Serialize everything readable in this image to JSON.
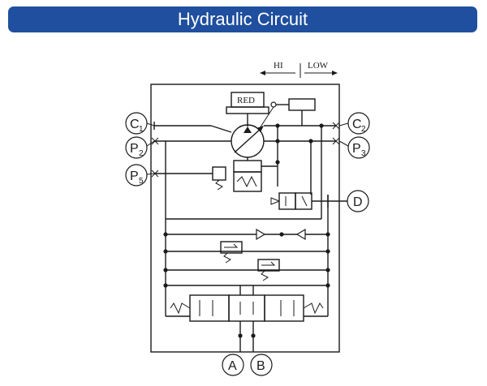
{
  "title": "Hydraulic Circuit",
  "labels": {
    "hi": "HI",
    "low": "LOW",
    "red": "RED"
  },
  "ports": {
    "c1": {
      "main": "C",
      "sub": "1"
    },
    "c2": {
      "main": "C",
      "sub": "2"
    },
    "p2": {
      "main": "P",
      "sub": "2"
    },
    "p3": {
      "main": "P",
      "sub": "3"
    },
    "p5": {
      "main": "P",
      "sub": "5"
    },
    "d": {
      "main": "D",
      "sub": ""
    },
    "a": {
      "main": "A",
      "sub": ""
    },
    "b": {
      "main": "B",
      "sub": ""
    }
  },
  "colors": {
    "banner": "#1f4f9e",
    "line": "#1a1a1a"
  }
}
